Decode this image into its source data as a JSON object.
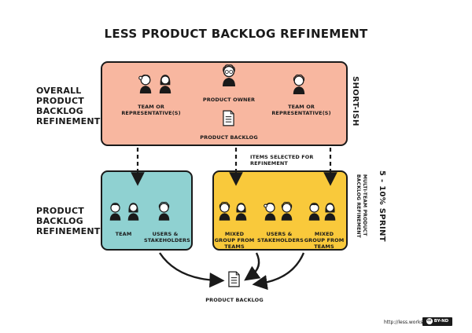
{
  "title": "LeSS Product Backlog Refinement",
  "rows": {
    "overall": [
      "Overall",
      "Product",
      "Backlog",
      "Refinement"
    ],
    "product": [
      "Product",
      "Backlog",
      "Refinement"
    ]
  },
  "top_box": {
    "team_left": "Team or representative(s)",
    "product_owner": "Product Owner",
    "product_backlog": "Product Backlog",
    "team_right": "Team or representative(s)",
    "side_label": "Short-ish",
    "color": "#f8b7a0"
  },
  "items_selected": "Items selected for refinement",
  "left_box": {
    "team": "Team",
    "users": "Users & stakeholders",
    "color": "#8fd1d1"
  },
  "right_box": {
    "mixed_left": "Mixed group from teams",
    "users": "Users & stakeholders",
    "mixed_right": "Mixed group from teams",
    "color": "#f9c93b"
  },
  "sprint_label": "5 - 10% sprint",
  "multi_team_label": [
    "Multi-team product",
    "backlog refinement"
  ],
  "bottom": {
    "product_backlog": "Product Backlog"
  },
  "footer": {
    "url": "http://less.works",
    "license": "BY-ND"
  }
}
